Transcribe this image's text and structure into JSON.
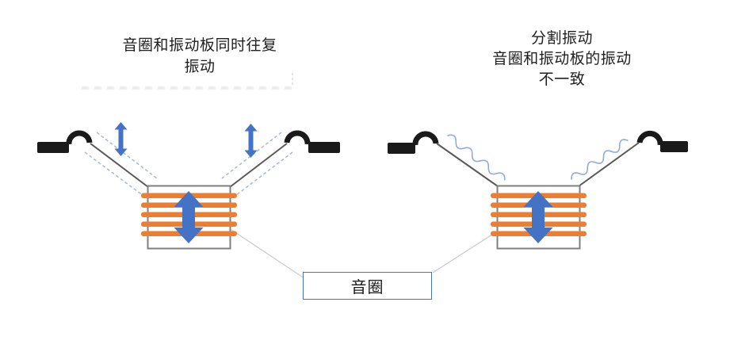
{
  "diagrams": {
    "left": {
      "title_lines": [
        "音圈和振动板同时往复",
        "振动"
      ]
    },
    "right": {
      "title_lines": [
        "分割振动",
        "音圈和振动板的振动",
        "不一致"
      ]
    }
  },
  "callout": {
    "voice_coil_label": "音圈"
  },
  "colors": {
    "coil_orange": "#ED7D31",
    "arrow_blue": "#4472C4",
    "wavy_blue": "#8FAADC",
    "dashed_blue_gray": "#A9B8D6",
    "cone_gray": "#595959",
    "former_gray": "#7F7F7F",
    "frame_black": "#1A1A1A",
    "connector_gray": "#C9C9C9",
    "label_border_blue": "#4472C4",
    "title_text": "#1F1F1F"
  }
}
